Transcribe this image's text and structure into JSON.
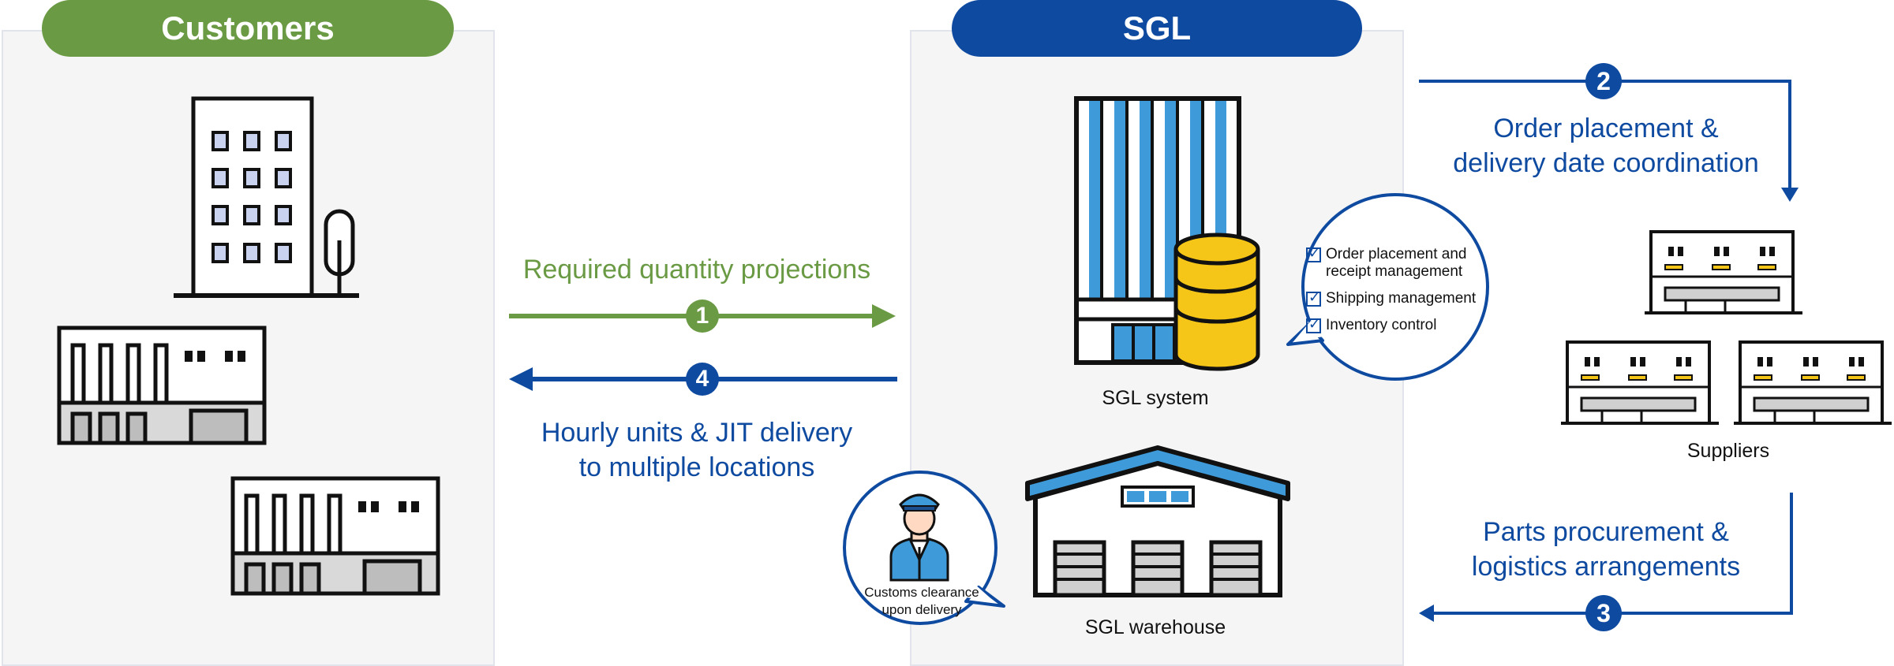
{
  "customers_panel": {
    "title": "Customers"
  },
  "sgl_panel": {
    "title": "SGL",
    "system_label": "SGL system",
    "warehouse_label": "SGL warehouse",
    "system_features": [
      "Order placement and receipt management",
      "Shipping management",
      "Inventory control"
    ],
    "customs_note": "Customs clearance upon delivery"
  },
  "suppliers": {
    "label": "Suppliers"
  },
  "flows": {
    "step1": {
      "number": "1",
      "text": "Required quantity projections"
    },
    "step2": {
      "number": "2",
      "text_line1": "Order placement &",
      "text_line2": "delivery date coordination"
    },
    "step3": {
      "number": "3",
      "text_line1": "Parts procurement &",
      "text_line2": "logistics arrangements"
    },
    "step4": {
      "number": "4",
      "text_line1": "Hourly units & JIT delivery",
      "text_line2": "to multiple locations"
    }
  },
  "colors": {
    "green": "#6a9a43",
    "blue": "#0e4aa0",
    "light_blue": "#3e9ad8",
    "yellow": "#f5c518"
  }
}
